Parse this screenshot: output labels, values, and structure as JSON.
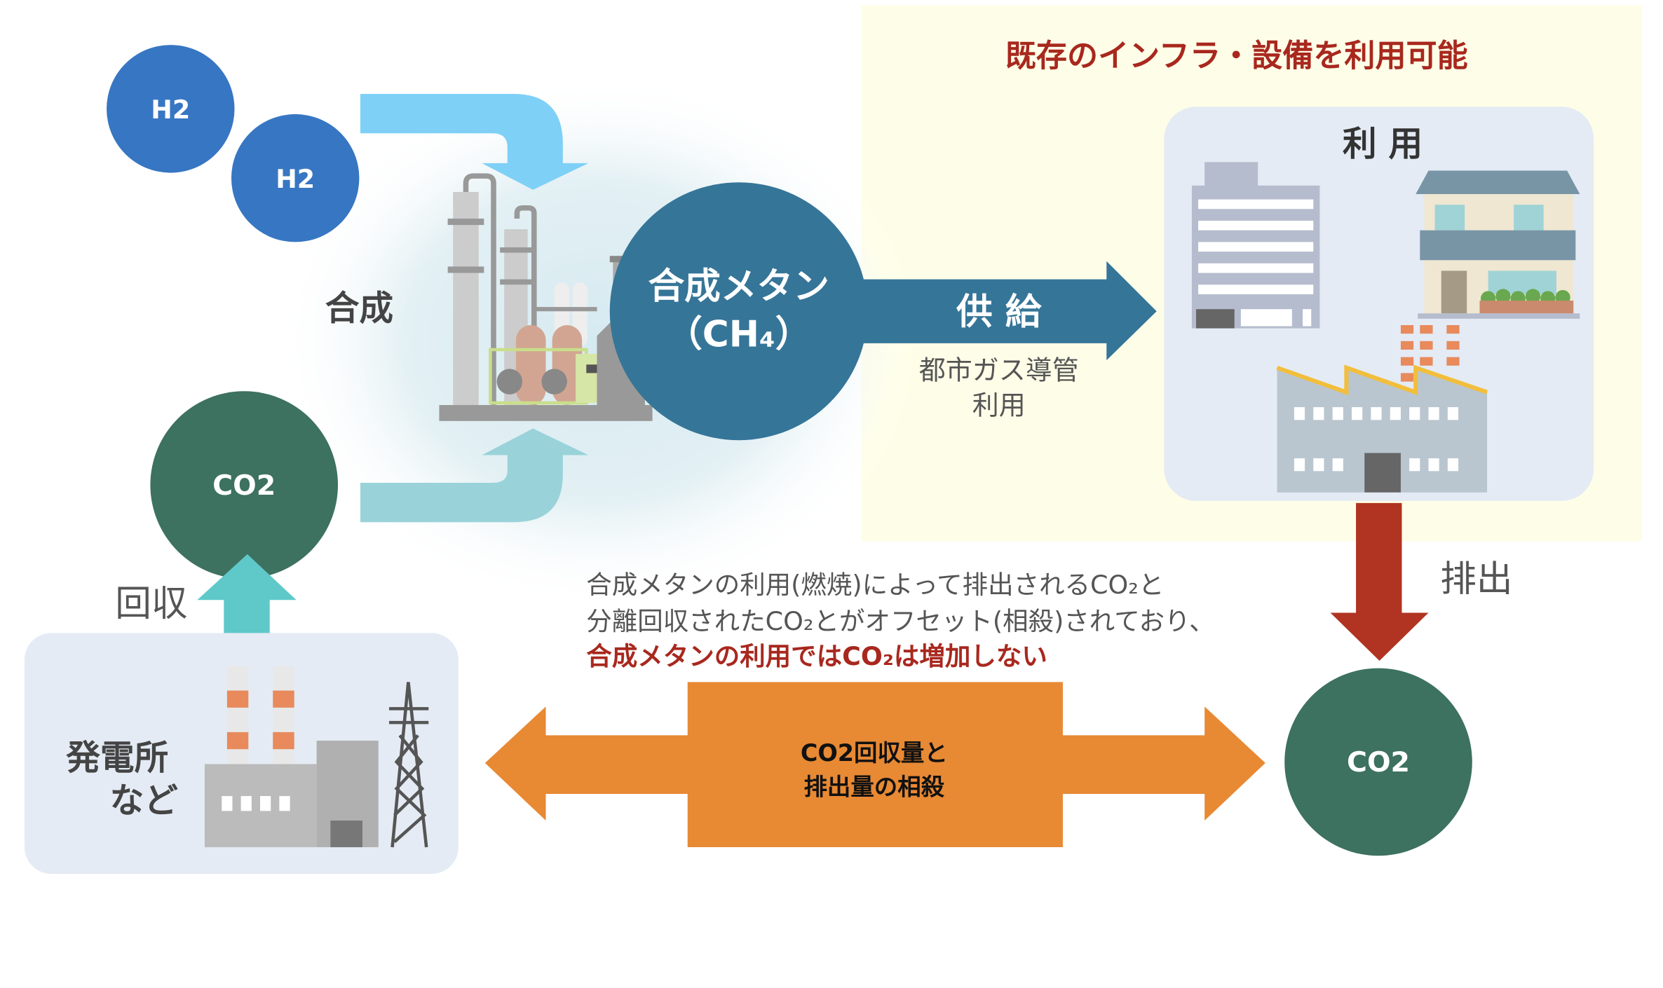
{
  "infra_panel": {
    "title": "既存のインフラ・設備を利用可能"
  },
  "usage_box": {
    "title": "利 用"
  },
  "inputs": {
    "h2_a": "H2",
    "h2_b": "H2",
    "co2": "CO2"
  },
  "synthesis_label": "合成",
  "methane": {
    "line1": "合成メタン",
    "line2": "（CH₄）"
  },
  "supply": {
    "label": "供 給",
    "note_line1": "都市ガス導管",
    "note_line2": "利用"
  },
  "emission": {
    "label": "排出",
    "co2": "CO2"
  },
  "recovery": {
    "label": "回収"
  },
  "power_plant": {
    "line1": "発電所",
    "line2": "など"
  },
  "explanation": {
    "line1": "合成メタンの利用(燃焼)によって排出されるCO₂と",
    "line2": "分離回収されたCO₂とがオフセット(相殺)されており、",
    "highlight": "合成メタンの利用ではCO₂は増加しない"
  },
  "offset_arrow": {
    "line1": "CO2回収量と",
    "line2": "排出量の相殺"
  },
  "colors": {
    "h2": "#3776c2",
    "co2": "#3d7160",
    "methane": "#357598",
    "emission": "#b03421",
    "offset": "#e88934",
    "recovery": "#5fc8c9",
    "highlight_text": "#a8281e",
    "panel": "#fefee8",
    "box": "#e4ebf4"
  }
}
